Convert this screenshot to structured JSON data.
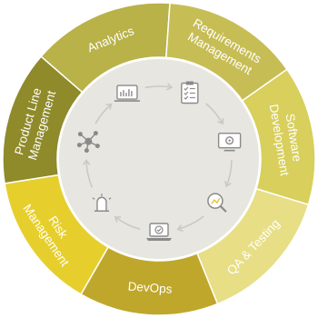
{
  "segments": [
    {
      "id": "analytics",
      "lines": [
        "Analytics"
      ],
      "color": "#b8b248"
    },
    {
      "id": "requirements",
      "lines": [
        "Requirements",
        "Management"
      ],
      "color": "#c7bd55"
    },
    {
      "id": "software-development",
      "lines": [
        "Software",
        "Development"
      ],
      "color": "#d8cf5c"
    },
    {
      "id": "qa-testing",
      "lines": [
        "QA & Testing"
      ],
      "color": "#e7de86"
    },
    {
      "id": "devops",
      "lines": [
        "DevOps"
      ],
      "color": "#bfa72b"
    },
    {
      "id": "risk-management",
      "lines": [
        "Risk",
        "Management"
      ],
      "color": "#e6cf2d"
    },
    {
      "id": "product-line-management",
      "lines": [
        "Product Line",
        "Management"
      ],
      "color": "#8f8a2a"
    }
  ],
  "inner_disc_color": "#e7e6e0",
  "icon_color": "#8a8a8a",
  "icons": [
    {
      "name": "analytics-monitor-icon"
    },
    {
      "name": "clipboard-checklist-icon"
    },
    {
      "name": "settings-monitor-icon"
    },
    {
      "name": "magnifier-chart-icon"
    },
    {
      "name": "laptop-check-icon"
    },
    {
      "name": "alert-beacon-icon"
    },
    {
      "name": "network-hub-icon"
    }
  ]
}
